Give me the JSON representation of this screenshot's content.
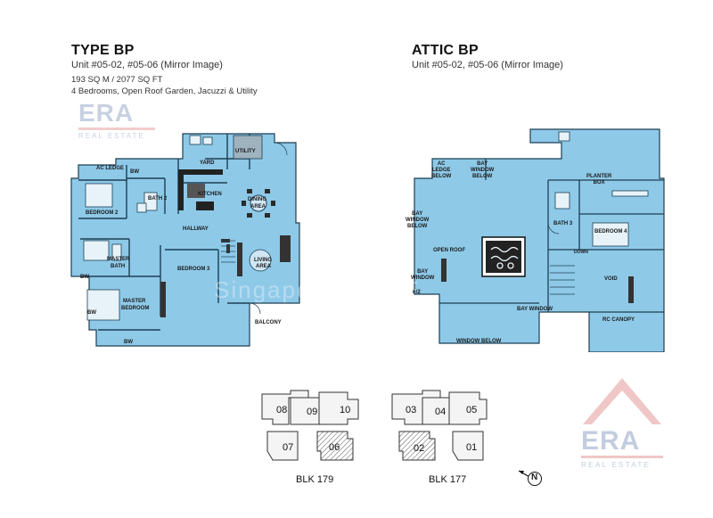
{
  "left": {
    "title": "TYPE BP",
    "unit": "Unit #05-02, #05-06 (Mirror Image)",
    "area": "193 SQ M / 2077 SQ FT",
    "desc": "4 Bedrooms, Open Roof Garden, Jacuzzi & Utility",
    "rooms": {
      "ac_ledge": "AC LEDGE",
      "bw": "BW",
      "yard": "YARD",
      "utility": "UTILITY",
      "bath2": "BATH 2",
      "kitchen": "KITCHEN",
      "dining": "DINING",
      "area": "AREA",
      "bedroom2": "BEDROOM 2",
      "hallway": "HALLWAY",
      "master": "MASTER",
      "bath": "BATH",
      "bedroom3": "BEDROOM 3",
      "master_bedroom_a": "MASTER",
      "master_bedroom_b": "BEDROOM",
      "balcony": "BALCONY",
      "living": "LIVING",
      "living_area": "AREA"
    }
  },
  "right": {
    "title": "ATTIC BP",
    "unit": "Unit #05-02, #05-06 (Mirror Image)",
    "rooms": {
      "ac_ledge_below": [
        "AC",
        "LEDGE",
        "BELOW"
      ],
      "bay_window_below_top": [
        "BAY",
        "WINDOW",
        "BELOW"
      ],
      "planter_box": [
        "PLANTER",
        "BOX"
      ],
      "bay_window_below_left": [
        "BAY",
        "WINDOW",
        "BELOW"
      ],
      "open_roof": "OPEN ROOF",
      "bath3": "BATH 3",
      "bedroom4": "BEDROOM 4",
      "down": "DOWN",
      "void": "VOID",
      "bay_window_left": [
        "BAY",
        "WINDOW"
      ],
      "f2": "F/2",
      "bay_window_bottom": "BAY WINDOW",
      "rc_canopy": "RC CANOPY",
      "window_below": "WINDOW BELOW"
    }
  },
  "keyplans": {
    "blk179": {
      "label": "BLK 179",
      "units": [
        "08",
        "09",
        "10",
        "07",
        "06"
      ],
      "highlighted": "06"
    },
    "blk177": {
      "label": "BLK 177",
      "units": [
        "03",
        "04",
        "05",
        "02",
        "01"
      ],
      "highlighted": "02"
    },
    "north": "N"
  },
  "branding": {
    "logo": "ERA",
    "tagline": "REAL ESTATE",
    "watermark": "Singapore HOME"
  },
  "colors": {
    "plan_fill": "#8ec9e8",
    "plan_line": "#1d3f52",
    "era_red": "#d04a4a",
    "era_blue": "#3b5d9a"
  }
}
